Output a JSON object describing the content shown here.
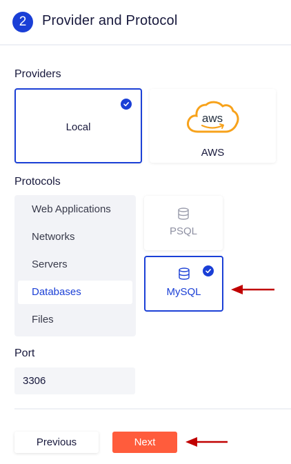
{
  "header": {
    "step_number": "2",
    "title": "Provider and Protocol"
  },
  "providers": {
    "label": "Providers",
    "items": [
      {
        "label": "Local",
        "selected": true
      },
      {
        "label": "AWS",
        "logo_text": "aws",
        "selected": false
      }
    ]
  },
  "protocols": {
    "label": "Protocols",
    "categories": [
      {
        "label": "Web Applications",
        "active": false
      },
      {
        "label": "Networks",
        "active": false
      },
      {
        "label": "Servers",
        "active": false
      },
      {
        "label": "Databases",
        "active": true
      },
      {
        "label": "Files",
        "active": false
      }
    ],
    "options": [
      {
        "label": "PSQL",
        "icon": "database-icon",
        "selected": false
      },
      {
        "label": "MySQL",
        "icon": "database-icon",
        "selected": true
      }
    ]
  },
  "port": {
    "label": "Port",
    "value": "3306"
  },
  "footer": {
    "previous_label": "Previous",
    "next_label": "Next"
  },
  "colors": {
    "accent": "#1a3fd6",
    "next_button": "#ff5c3c",
    "annotation_arrow": "#c00000",
    "aws_orange": "#f7a21b"
  }
}
